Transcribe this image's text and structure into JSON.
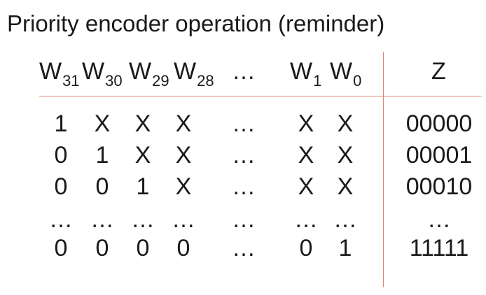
{
  "title": "Priority encoder operation (reminder)",
  "table": {
    "headers": {
      "w31": {
        "letter": "W",
        "sub": "31"
      },
      "w30": {
        "letter": "W",
        "sub": "30"
      },
      "w29": {
        "letter": "W",
        "sub": "29"
      },
      "w28": {
        "letter": "W",
        "sub": "28"
      },
      "ellipsis": "…",
      "w1": {
        "letter": "W",
        "sub": "1"
      },
      "w0": {
        "letter": "W",
        "sub": "0"
      },
      "z": "Z"
    },
    "rows": [
      {
        "w31": "1",
        "w30": "X",
        "w29": "X",
        "w28": "X",
        "gap": "…",
        "w1": "X",
        "w0": "X",
        "z": "00000"
      },
      {
        "w31": "0",
        "w30": "1",
        "w29": "X",
        "w28": "X",
        "gap": "…",
        "w1": "X",
        "w0": "X",
        "z": "00001"
      },
      {
        "w31": "0",
        "w30": "0",
        "w29": "1",
        "w28": "X",
        "gap": "…",
        "w1": "X",
        "w0": "X",
        "z": "00010"
      },
      {
        "w31": "…",
        "w30": "…",
        "w29": "…",
        "w28": "…",
        "gap": "…",
        "w1": "…",
        "w0": "…",
        "z": "…"
      },
      {
        "w31": "0",
        "w30": "0",
        "w29": "0",
        "w28": "0",
        "gap": "…",
        "w1": "0",
        "w0": "1",
        "z": "11111"
      }
    ]
  },
  "colors": {
    "rule": "#e2836f",
    "text": "#1a1a1a"
  }
}
